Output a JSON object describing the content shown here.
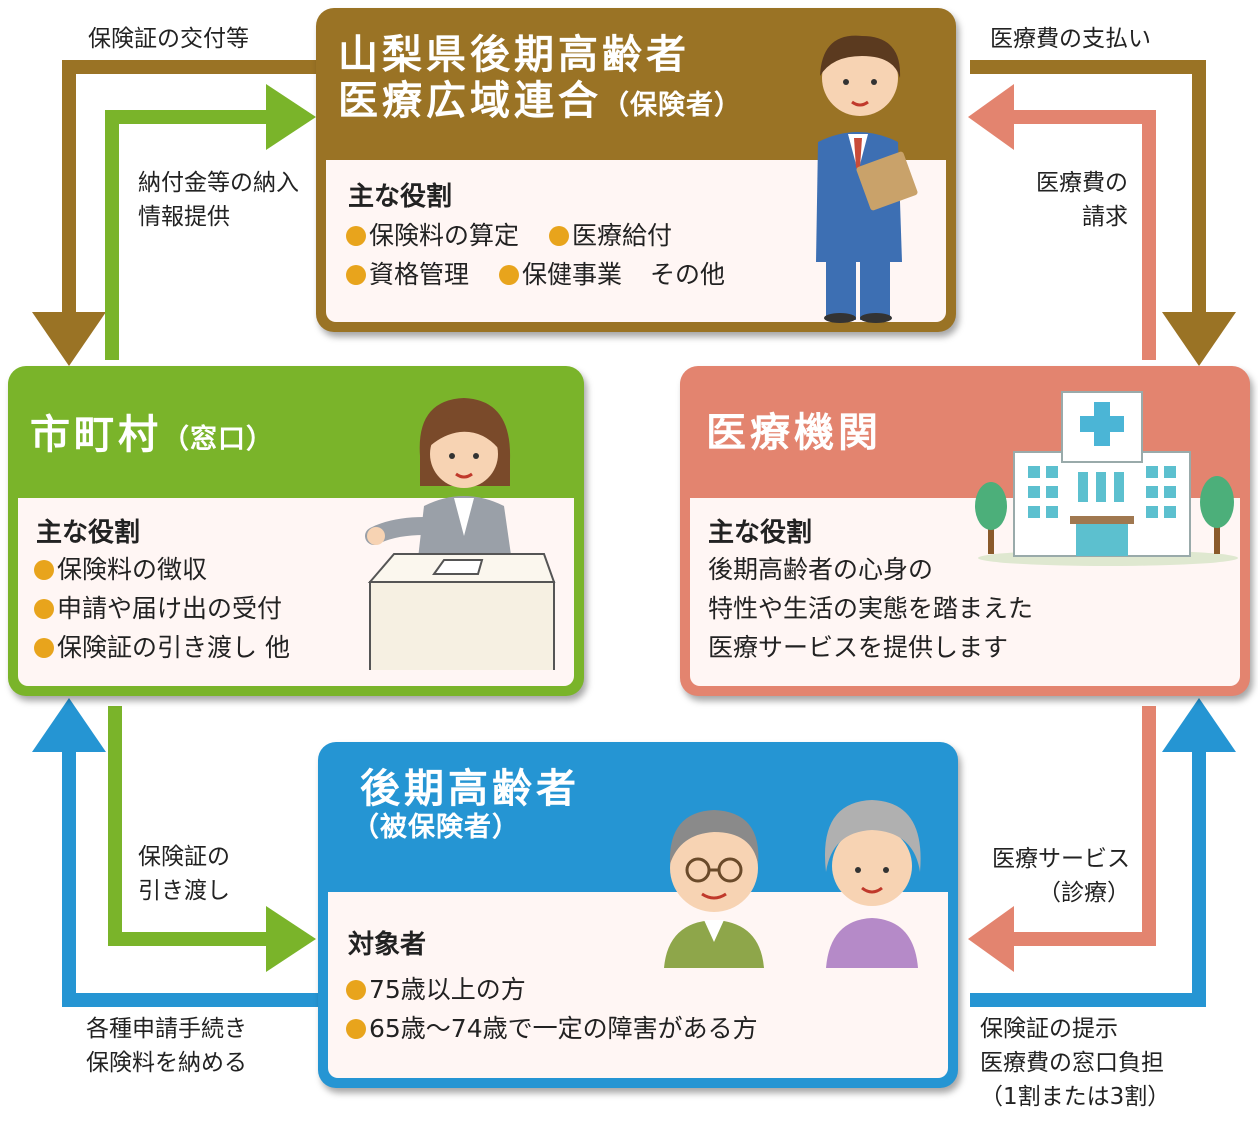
{
  "colors": {
    "brown": "#9a7325",
    "green": "#7ab42a",
    "salmon": "#e3846f",
    "blue": "#2595d3",
    "yellow_bullet": "#e8a41c"
  },
  "insurer": {
    "title_line1": "山梨県後期高齢者",
    "title_line2": "医療広域連合",
    "title_suffix": "（保険者）",
    "role_heading": "主な役割",
    "roles": [
      "保険料の算定",
      "医療給付",
      "資格管理",
      "保健事業"
    ],
    "roles_extra": "その他"
  },
  "municipality": {
    "title": "市町村",
    "title_suffix": "（窓口）",
    "role_heading": "主な役割",
    "roles": [
      "保険料の徴収",
      "申請や届け出の受付",
      "保険証の引き渡し 他"
    ]
  },
  "medical": {
    "title": "医療機関",
    "role_heading": "主な役割",
    "description": [
      "後期高齢者の心身の",
      "特性や生活の実態を踏まえた",
      "医療サービスを提供します"
    ]
  },
  "insured": {
    "title": "後期高齢者",
    "title_suffix": "（被保険者）",
    "role_heading": "対象者",
    "items": [
      "75歳以上の方",
      "65歳〜74歳で一定の障害がある方"
    ]
  },
  "flows": {
    "insurer_to_muni": "保険証の交付等",
    "muni_to_insurer": [
      "納付金等の納入",
      "情報提供"
    ],
    "insurer_to_medical": "医療費の支払い",
    "medical_to_insurer": [
      "医療費の",
      "請求"
    ],
    "muni_to_insured": [
      "保険証の",
      "引き渡し"
    ],
    "insured_to_muni": [
      "各種申請手続き",
      "保険料を納める"
    ],
    "medical_to_insured": [
      "医療サービス",
      "（診療）"
    ],
    "insured_to_medical": [
      "保険証の提示",
      "医療費の窓口負担",
      "（1割または3割）"
    ]
  }
}
